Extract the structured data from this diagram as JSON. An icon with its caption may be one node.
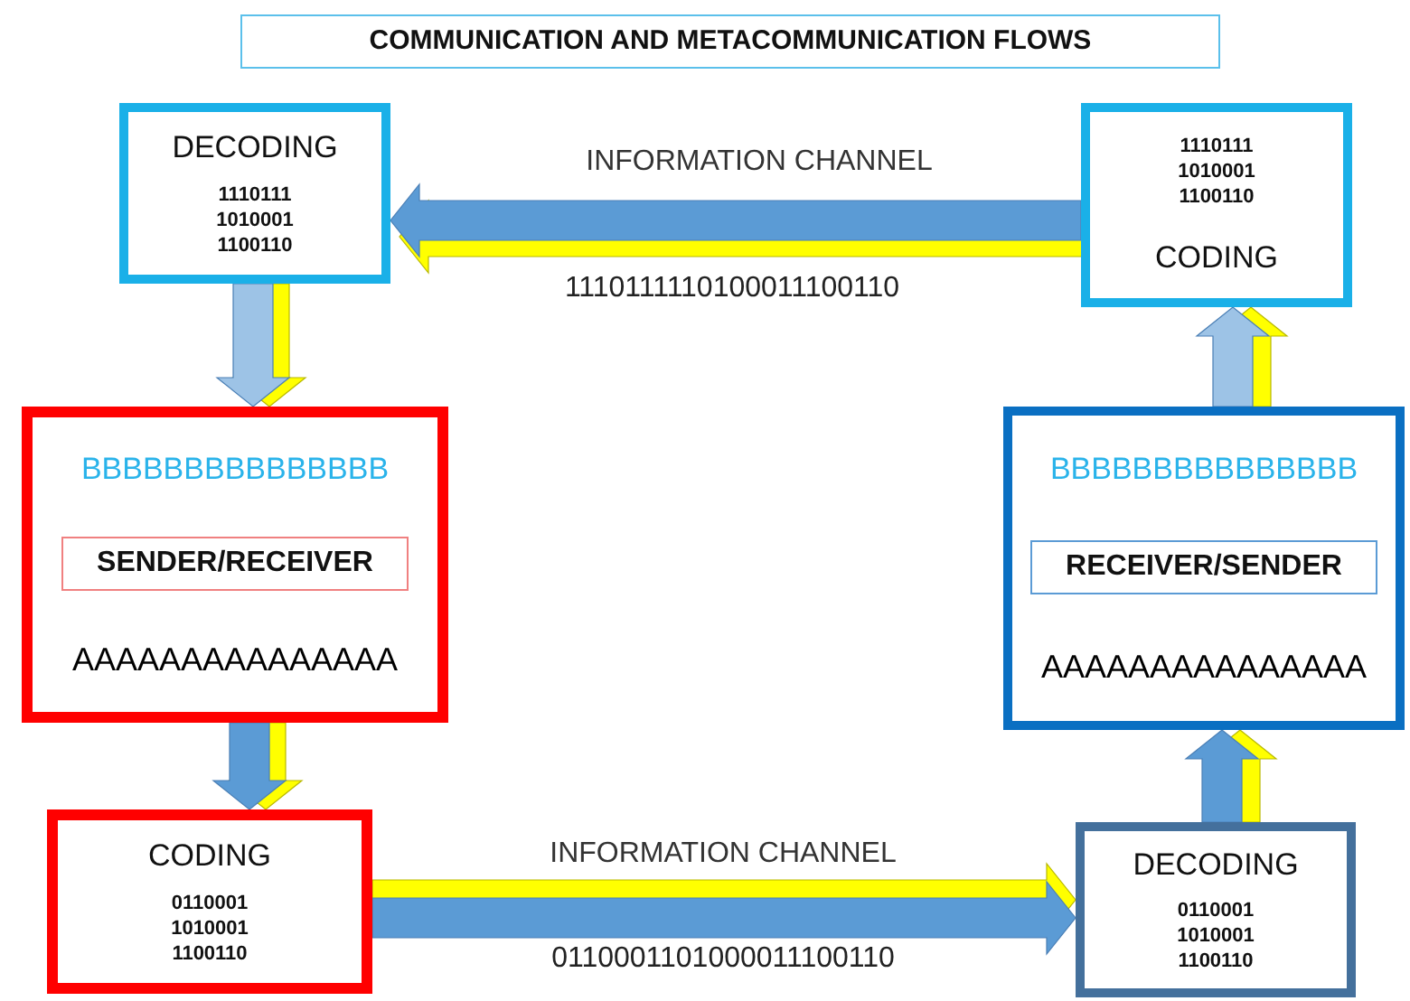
{
  "diagram": {
    "title": "COMMUNICATION AND METACOMMUNICATION FLOWS",
    "nodes": [
      {
        "text": [
          "DECODING",
          "1110111 1010001 1100110"
        ]
      },
      {
        "text": [
          "1110111 1010001 1100110",
          "CODING"
        ]
      },
      {
        "text": [
          "BBBBBBBBBBBBBBB",
          "AAAAAAAAAAAAAAA"
        ]
      },
      {
        "text": [
          "SENDER/RECEIVER"
        ],
        "in": 2
      },
      {
        "text": [
          "BBBBBBBBBBBBBBB",
          "AAAAAAAAAAAAAAA"
        ]
      },
      {
        "text": [
          "RECEIVER/SENDER"
        ],
        "in": 4
      },
      {
        "text": [
          "CODING",
          "0110001 1010001 1100110"
        ]
      },
      {
        "text": [
          "DECODING",
          "0110001 1010001 1100110"
        ]
      }
    ],
    "edges": [
      {
        "from": 1,
        "to": 0,
        "arrow": "to",
        "label": "INFORMATION CHANNEL"
      },
      {
        "from": 0,
        "to": 2,
        "arrow": "to",
        "color": "#9dc3e6"
      },
      {
        "from": 2,
        "to": 6,
        "arrow": "to"
      },
      {
        "from": 6,
        "to": 7,
        "arrow": "to",
        "label": "INFORMATION CHANNEL"
      },
      {
        "from": 7,
        "to": 4,
        "arrow": "to"
      },
      {
        "from": 4,
        "to": 1,
        "arrow": "to",
        "color": "#9dc3e6"
      }
    ],
    "labels": [
      "1110111110100011100110",
      "0110001101000011100110"
    ]
  }
}
